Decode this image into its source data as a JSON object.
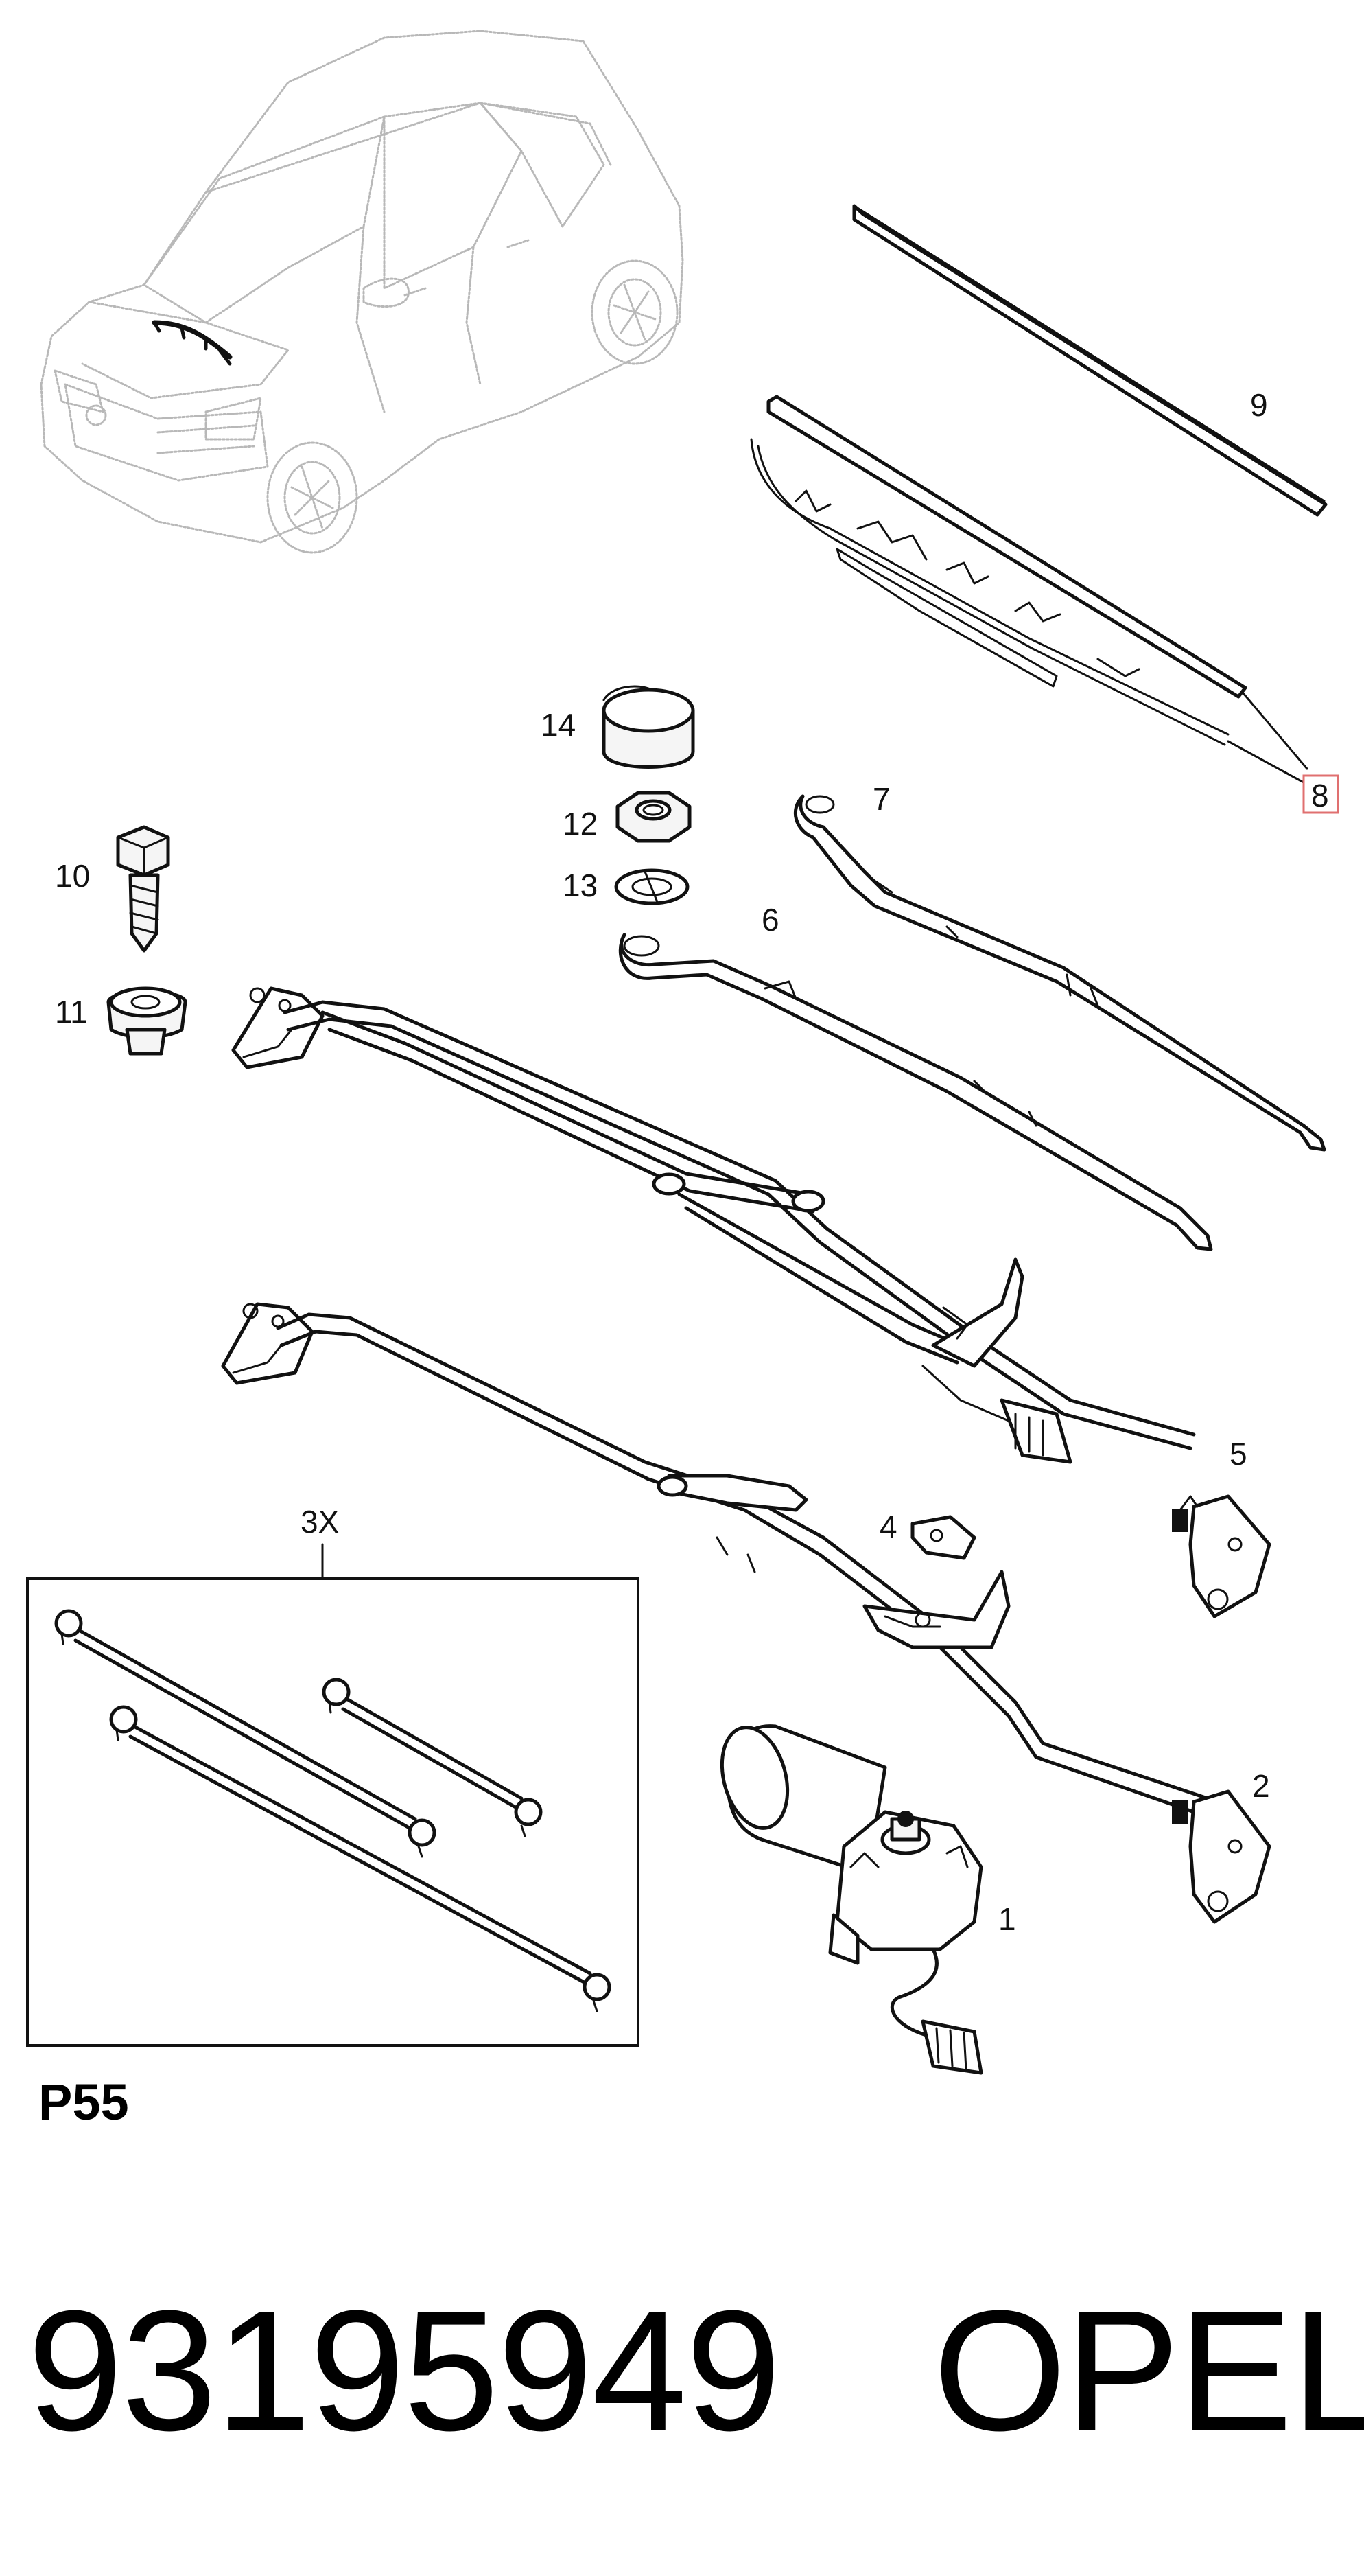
{
  "callouts": {
    "c1": "1",
    "c2": "2",
    "c3x": "3X",
    "c4": "4",
    "c5": "5",
    "c6": "6",
    "c7": "7",
    "c8": "8",
    "c9": "9",
    "c10": "10",
    "c11": "11",
    "c12": "12",
    "c13": "13",
    "c14": "14"
  },
  "diagram_code": "P55",
  "part_number": "93195949",
  "brand": "OPEL",
  "colors": {
    "line": "#111111",
    "car_outline": "#b8b8b8",
    "highlight_box": "#e07070",
    "background": "#ffffff"
  }
}
